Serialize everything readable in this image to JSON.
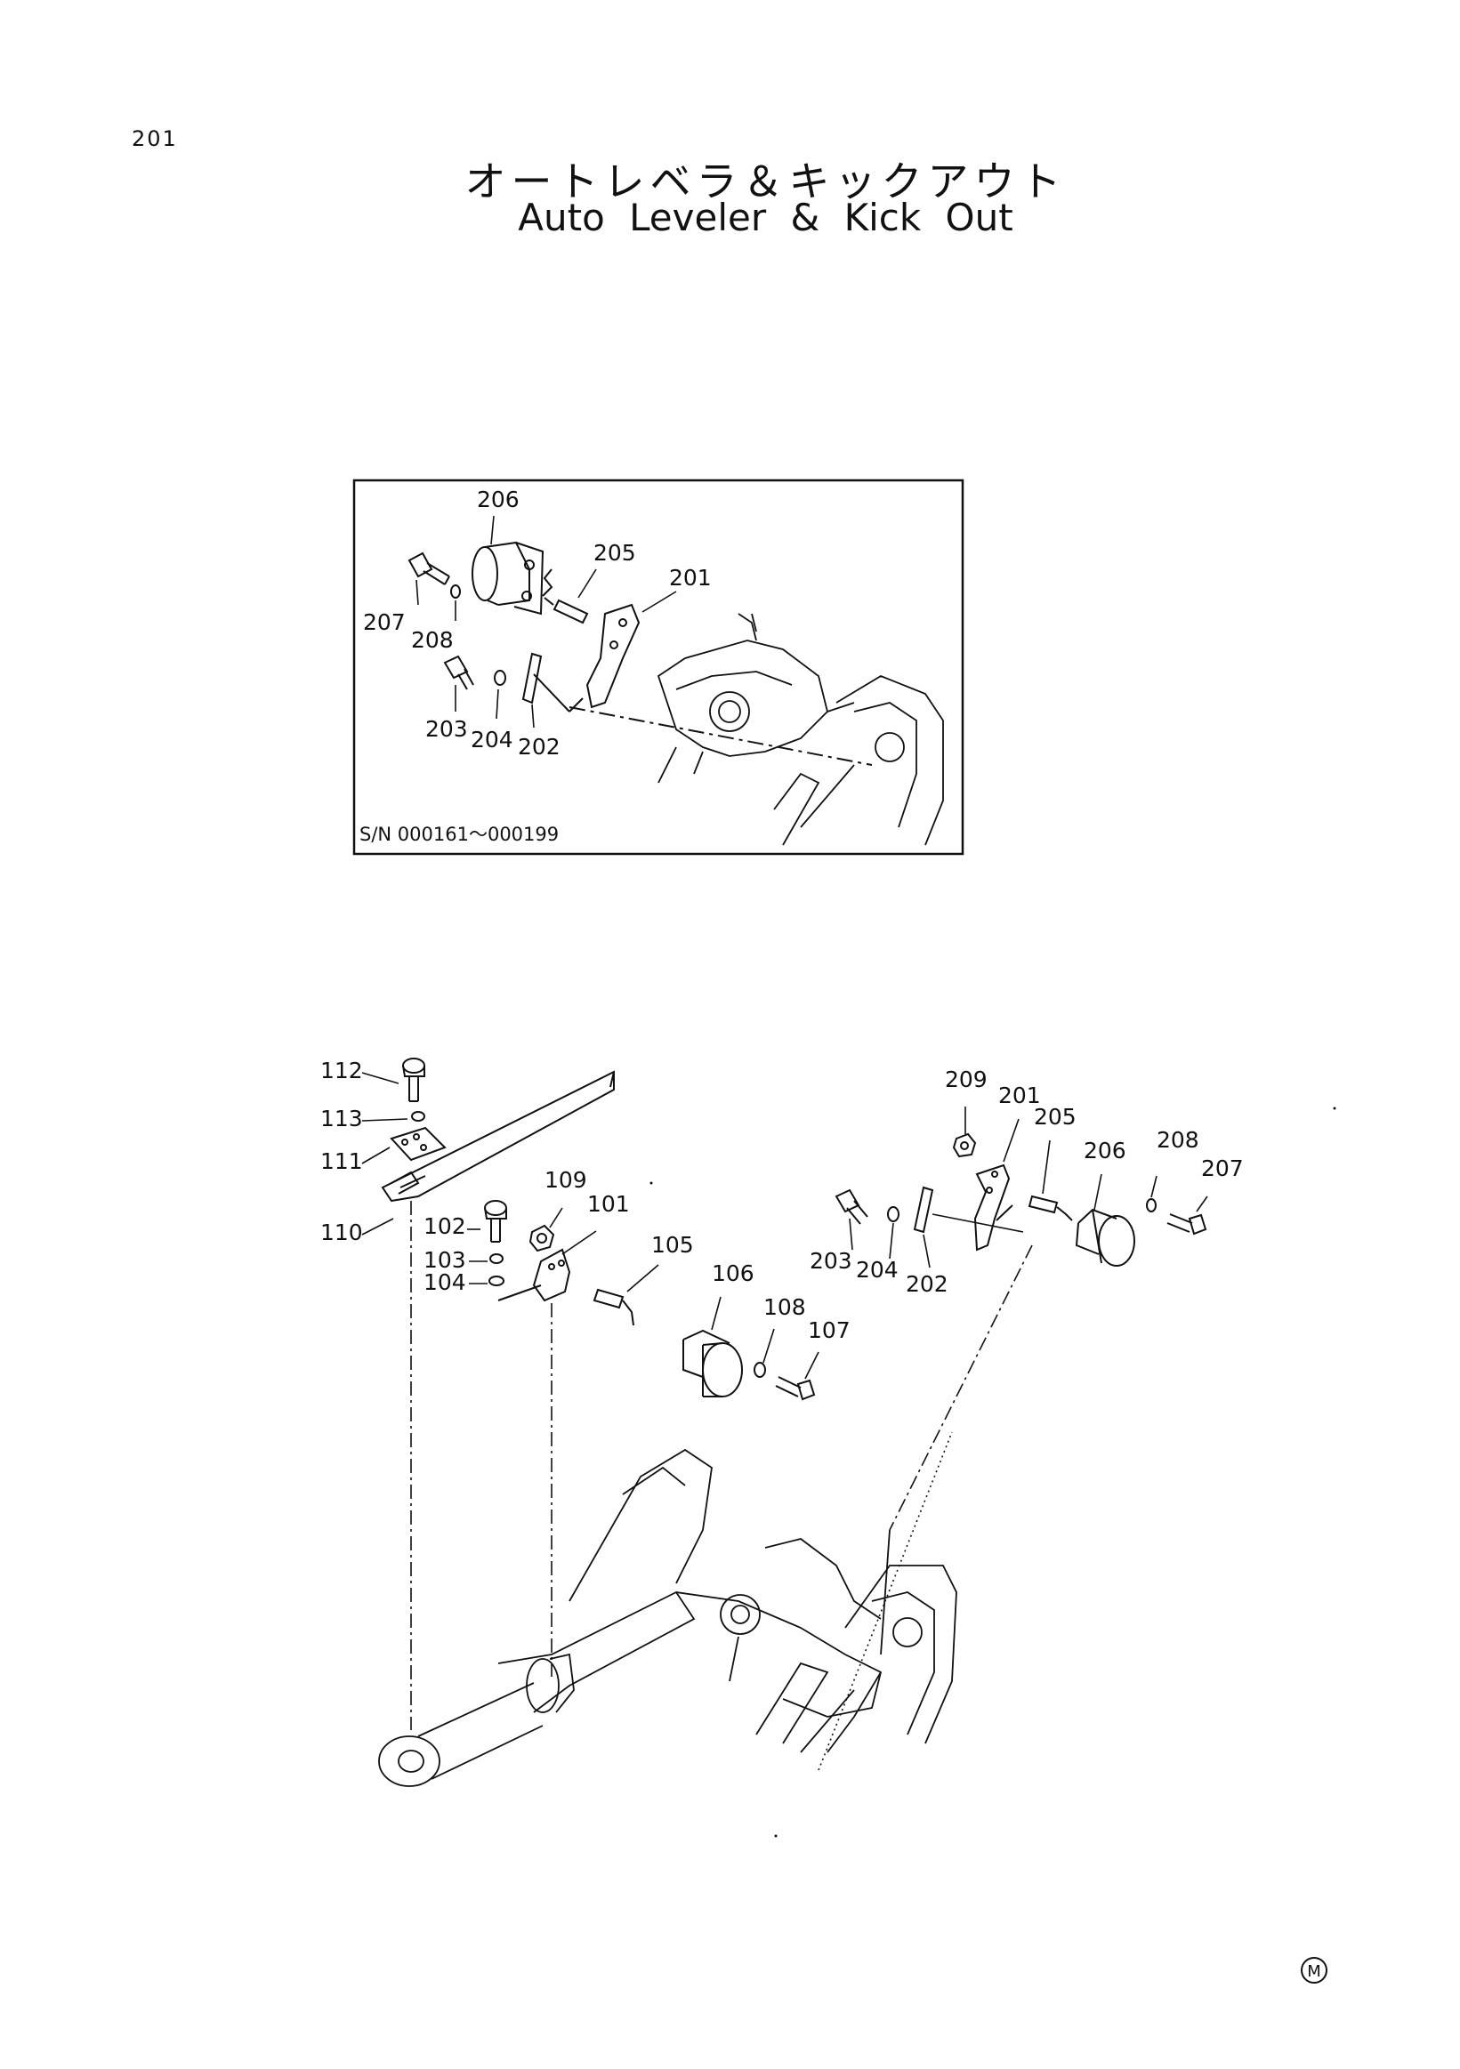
{
  "page": {
    "number": "201",
    "title_jp": "オートレベラ＆キックアウト",
    "title_en": "Auto Leveler & Kick Out",
    "mark": "M"
  },
  "inset": {
    "serial_label": "S/N 000161～000199",
    "callouts": [
      "206",
      "205",
      "201",
      "207",
      "208",
      "203",
      "204",
      "202"
    ]
  },
  "main": {
    "callouts": [
      "112",
      "113",
      "111",
      "110",
      "102",
      "103",
      "104",
      "109",
      "101",
      "105",
      "106",
      "108",
      "107",
      "209",
      "201",
      "205",
      "206",
      "208",
      "207",
      "203",
      "204",
      "202"
    ]
  }
}
